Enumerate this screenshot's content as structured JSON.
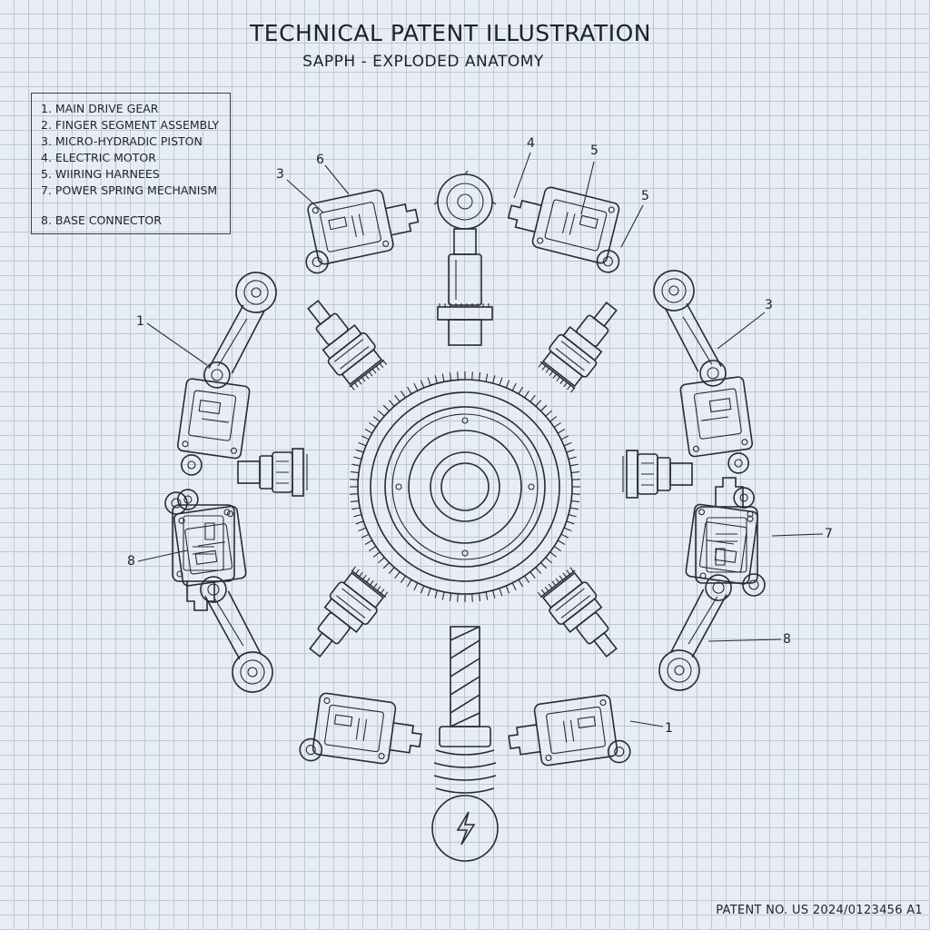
{
  "header": {
    "title": "TECHNICAL PATENT ILLUSTRATION",
    "subtitle": "SAPPH - EXPLODED ANATOMY"
  },
  "legend": {
    "items": [
      "1. MAIN DRIVE GEAR",
      "2. FINGER SEGMENT ASSEMBLY",
      "3. MICRO-HYDRADIC PISTON",
      "4. ELECTRIC MOTOR",
      "5. WIIRING HARNEES",
      "7. POWER SPRING MECHANISM",
      "8. BASE CONNECTOR"
    ]
  },
  "callouts": [
    "3",
    "6",
    "4",
    "5",
    "5",
    "1",
    "3",
    "7",
    "8",
    "8",
    "1"
  ],
  "footer": {
    "patent_number": "PATENT NO. US 2024/0123456 A1"
  },
  "colors": {
    "grid": "#b9c8dc",
    "paper": "#e8edf4",
    "ink": "#262b36"
  }
}
